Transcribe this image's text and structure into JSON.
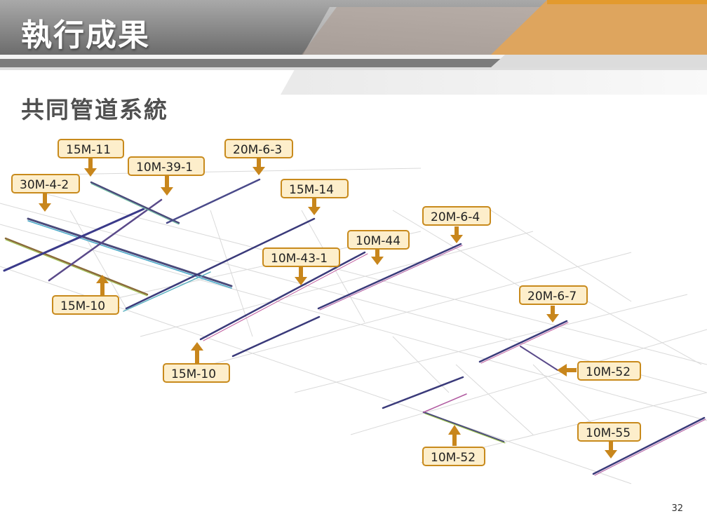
{
  "header": {
    "title": "執行成果"
  },
  "subtitle": "共同管道系統",
  "labels": [
    "15M-11",
    "20M-6-3",
    "10M-39-1",
    "30M-4-2",
    "15M-14",
    "20M-6-4",
    "10M-44",
    "10M-43-1",
    "15M-10",
    "20M-6-7",
    "15M-10",
    "10M-52",
    "10M-55",
    "10M-52"
  ],
  "page_number": "32",
  "colors": {
    "label_fill": "#fdeecb",
    "label_border": "#c88a1c",
    "arrow": "#c8861c"
  }
}
